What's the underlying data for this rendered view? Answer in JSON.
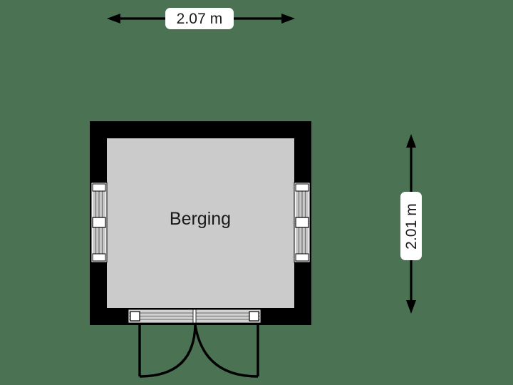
{
  "plan": {
    "background_color": "#4a7253",
    "wall_color": "#000000",
    "floor_color": "#cbcbcb",
    "window_frame_color": "#ffffff",
    "door_color": "#b4b4b4",
    "label_box_color": "#ffffff",
    "text_color": "#1a1a1a"
  },
  "rooms": [
    {
      "name": "Berging",
      "label": "Berging",
      "floor_fill": "#cbcbcb"
    }
  ],
  "dimensions": {
    "width": {
      "value": "2.07 m",
      "orientation": "horizontal",
      "position": "top"
    },
    "height": {
      "value": "2.01 m",
      "orientation": "vertical",
      "position": "right"
    }
  },
  "openings": {
    "windows": [
      {
        "id": "window-left",
        "wall": "left",
        "panes": 2
      },
      {
        "id": "window-right",
        "wall": "right",
        "panes": 2
      }
    ],
    "doors": [
      {
        "id": "door-double-bottom",
        "wall": "bottom",
        "type": "double",
        "swing": "outward",
        "leaves": 2
      }
    ]
  }
}
